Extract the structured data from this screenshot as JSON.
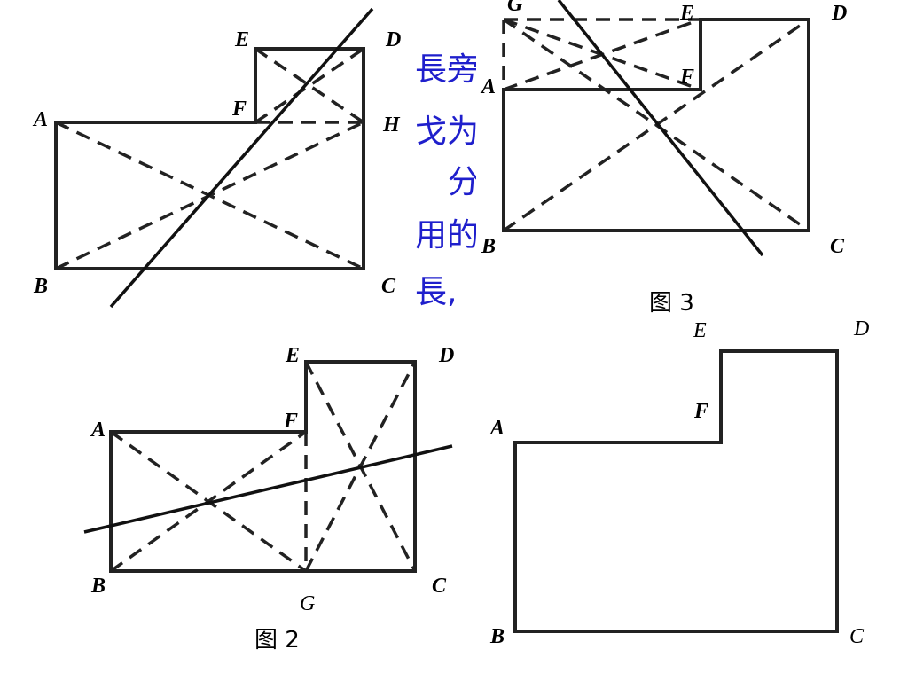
{
  "figure_top_left": {
    "labels": {
      "A": "A",
      "B": "B",
      "C": "C",
      "D": "D",
      "E": "E",
      "F": "F",
      "H": "H"
    }
  },
  "figure_top_right": {
    "caption": "图 3",
    "labels": {
      "A": "A",
      "B": "B",
      "C": "C",
      "D": "D",
      "E": "E",
      "F": "F",
      "G": "G"
    }
  },
  "figure_bottom_left": {
    "caption": "图 2",
    "labels": {
      "A": "A",
      "B": "B",
      "C": "C",
      "D": "D",
      "E": "E",
      "F": "F",
      "G": "G"
    }
  },
  "figure_bottom_right": {
    "labels": {
      "A": "A",
      "B": "B",
      "C": "C",
      "D": "D",
      "E": "E",
      "F": "F"
    }
  },
  "overlapped_text": {
    "line1": "長旁",
    "line2": "戈为",
    "line3": "分",
    "line4": "用的",
    "line5": "長,"
  }
}
